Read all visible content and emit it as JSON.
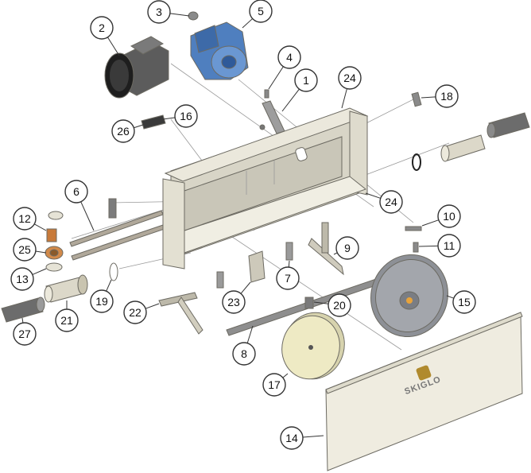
{
  "brand": {
    "name": "SKIGLO",
    "color": "#b08a2e"
  },
  "callouts": [
    {
      "id": "1",
      "label": "1"
    },
    {
      "id": "2",
      "label": "2"
    },
    {
      "id": "3",
      "label": "3"
    },
    {
      "id": "4",
      "label": "4"
    },
    {
      "id": "5",
      "label": "5"
    },
    {
      "id": "6",
      "label": "6"
    },
    {
      "id": "7",
      "label": "7"
    },
    {
      "id": "8",
      "label": "8"
    },
    {
      "id": "9",
      "label": "9"
    },
    {
      "id": "10",
      "label": "10"
    },
    {
      "id": "11",
      "label": "11"
    },
    {
      "id": "12",
      "label": "12"
    },
    {
      "id": "13",
      "label": "13"
    },
    {
      "id": "14",
      "label": "14"
    },
    {
      "id": "15",
      "label": "15"
    },
    {
      "id": "16",
      "label": "16"
    },
    {
      "id": "17",
      "label": "17"
    },
    {
      "id": "18",
      "label": "18"
    },
    {
      "id": "19",
      "label": "19"
    },
    {
      "id": "20",
      "label": "20"
    },
    {
      "id": "21",
      "label": "21"
    },
    {
      "id": "22",
      "label": "22"
    },
    {
      "id": "23",
      "label": "23"
    },
    {
      "id": "24a",
      "label": "24"
    },
    {
      "id": "24b",
      "label": "24"
    },
    {
      "id": "25",
      "label": "25"
    },
    {
      "id": "26",
      "label": "26"
    },
    {
      "id": "27",
      "label": "27"
    }
  ],
  "colors": {
    "frame": "#e6e3d6",
    "frame_shade": "#c9c6b8",
    "motor": "#2a2a2a",
    "gearbox": "#4f7fbf",
    "disc_gray": "#8d9096",
    "disc_cream": "#eeeac4",
    "metal": "#b9b9b9",
    "panel": "#efece0"
  },
  "icons": [
    "motor-icon",
    "gearbox-icon"
  ]
}
